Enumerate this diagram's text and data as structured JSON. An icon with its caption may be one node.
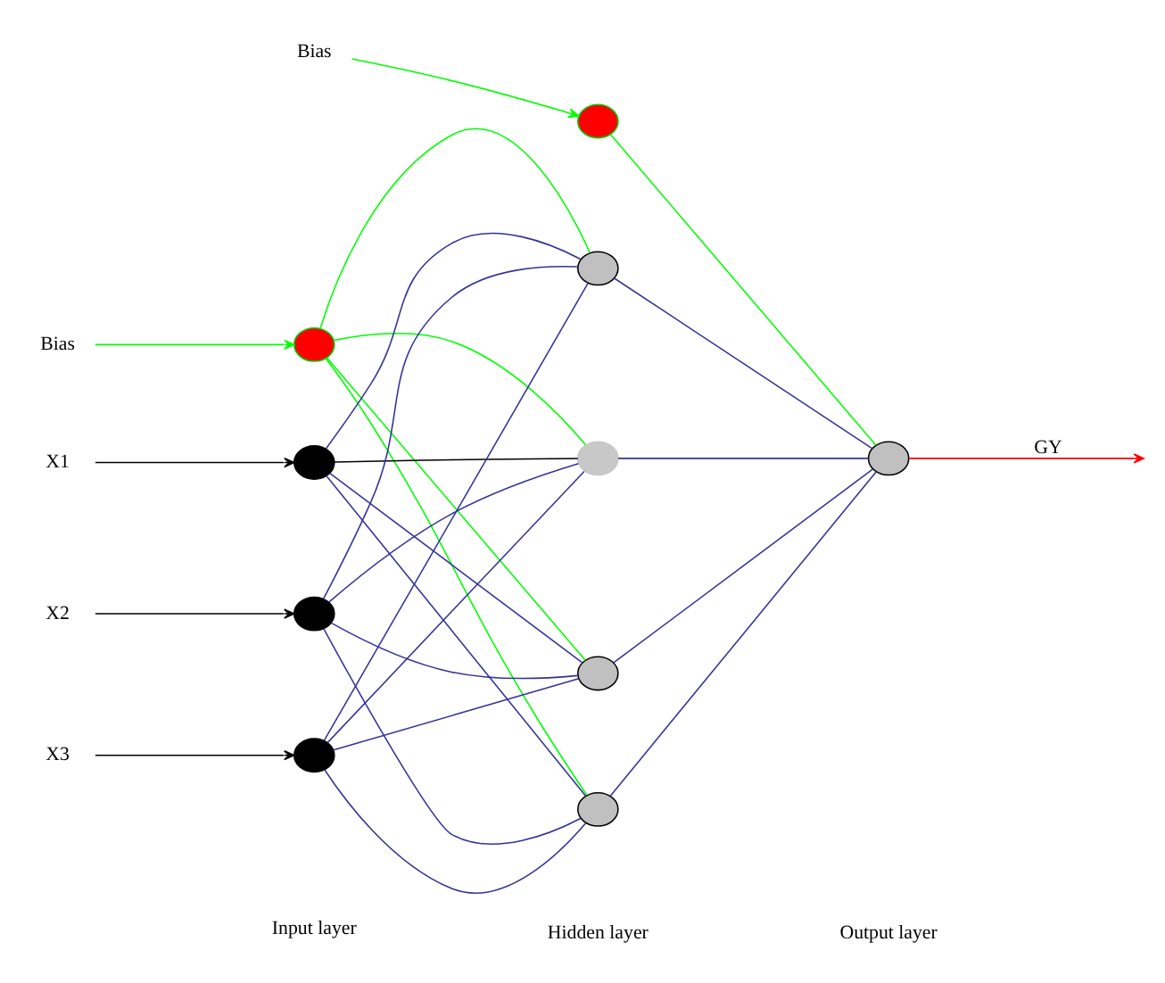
{
  "diagram": {
    "nodes": [
      {
        "text": [
          "Bias"
        ]
      },
      {
        "text": [],
        "shape": "circle"
      },
      {
        "text": [
          "Bias"
        ]
      },
      {
        "text": [],
        "shape": "circle"
      },
      {
        "text": [
          "X1"
        ]
      },
      {
        "text": [
          "X2"
        ]
      },
      {
        "text": [
          "X3"
        ]
      },
      {
        "text": [],
        "shape": "circle"
      },
      {
        "text": [],
        "shape": "circle"
      },
      {
        "text": [],
        "shape": "circle"
      },
      {
        "text": [],
        "shape": "circle"
      },
      {
        "text": [],
        "shape": "circle"
      },
      {
        "text": [],
        "shape": "circle"
      },
      {
        "text": [],
        "shape": "circle"
      },
      {
        "text": [],
        "shape": "circle"
      }
    ],
    "edges": [
      {
        "from": 0,
        "to": 1,
        "arrow": "to",
        "color": "#00ff00"
      },
      {
        "from": 2,
        "to": 3,
        "arrow": "to",
        "color": "#00ff00"
      },
      {
        "from": 4,
        "to": 7,
        "arrow": "to",
        "color": "#000000"
      },
      {
        "from": 5,
        "to": 8,
        "arrow": "to",
        "color": "#000000"
      },
      {
        "from": 6,
        "to": 9,
        "arrow": "to",
        "color": "#000000"
      },
      {
        "from": 1,
        "to": 10,
        "arrow": "none",
        "color": "#00ff00"
      },
      {
        "from": 1,
        "to": 11,
        "arrow": "none",
        "color": "#00ff00"
      },
      {
        "from": 1,
        "to": 12,
        "arrow": "none",
        "color": "#00ff00"
      },
      {
        "from": 1,
        "to": 13,
        "arrow": "none",
        "color": "#00ff00"
      },
      {
        "from": 3,
        "to": 14,
        "arrow": "none",
        "color": "#00ff00"
      },
      {
        "from": 7,
        "to": 10,
        "arrow": "none",
        "color": "#000000"
      },
      {
        "from": 7,
        "to": 11,
        "arrow": "none"
      },
      {
        "from": 7,
        "to": 12,
        "arrow": "none"
      },
      {
        "from": 7,
        "to": 13,
        "arrow": "none"
      },
      {
        "from": 8,
        "to": 10,
        "arrow": "none"
      },
      {
        "from": 8,
        "to": 11,
        "arrow": "none"
      },
      {
        "from": 8,
        "to": 12,
        "arrow": "none"
      },
      {
        "from": 8,
        "to": 13,
        "arrow": "none"
      },
      {
        "from": 9,
        "to": 10,
        "arrow": "none"
      },
      {
        "from": 9,
        "to": 11,
        "arrow": "none"
      },
      {
        "from": 9,
        "to": 12,
        "arrow": "none"
      },
      {
        "from": 9,
        "to": 13,
        "arrow": "none"
      },
      {
        "from": 10,
        "to": 14,
        "arrow": "none"
      },
      {
        "from": 11,
        "to": 14,
        "arrow": "none"
      },
      {
        "from": 12,
        "to": 14,
        "arrow": "none"
      },
      {
        "from": 13,
        "to": 14,
        "arrow": "none"
      },
      {
        "from": 14,
        "to": null,
        "arrow": "to",
        "label": "GY",
        "color": "#ff0000"
      }
    ],
    "labels": [
      "Input layer",
      "Hidden layer",
      "Output layer"
    ]
  }
}
